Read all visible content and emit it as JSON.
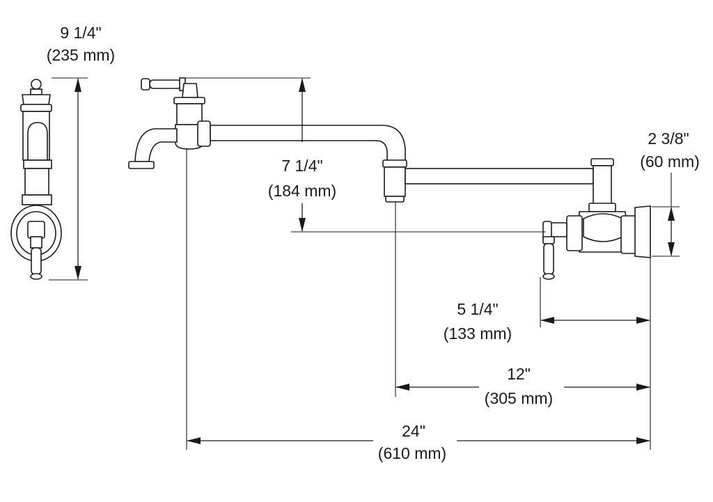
{
  "dimensions": {
    "overall_height": {
      "in": "9 1/4\"",
      "mm": "(235 mm)"
    },
    "spout_height": {
      "in": "7 1/4\"",
      "mm": "(184 mm)"
    },
    "flange_height": {
      "in": "2 3/8\"",
      "mm": "(60 mm)"
    },
    "valve_projection": {
      "in": "5 1/4\"",
      "mm": "(133 mm)"
    },
    "second_arm": {
      "in": "12\"",
      "mm": "(305 mm)"
    },
    "total_reach": {
      "in": "24\"",
      "mm": "(610 mm)"
    }
  }
}
